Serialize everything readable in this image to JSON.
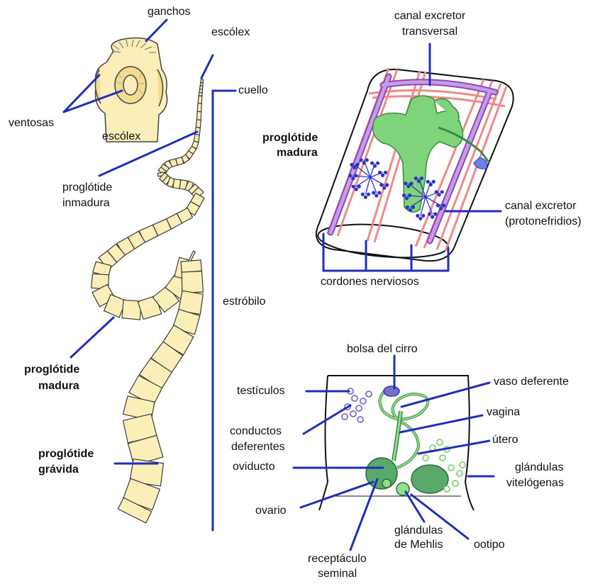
{
  "colors": {
    "leader": "#1f2fb8",
    "segment_fill": "#fbeeb8",
    "segment_stroke": "#3a3a3a",
    "excretory": "#b584d6",
    "nerve": "#ef8a8a",
    "organ_green": "#7fd37a",
    "organ_dark_green": "#4f9a55",
    "ovary_green": "#5aa86a",
    "testis_blue": "#2b34c8",
    "testis_violet": "#7b6fc9"
  },
  "icons": {
    "scolex": "scolex-illustration",
    "tapeworm": "tapeworm-body",
    "mature_segment": "mature-proglottid-3d",
    "reproductive": "reproductive-system-detail"
  },
  "labels": {
    "ganchos": "ganchos",
    "escolex_top": "escólex",
    "ventosas": "ventosas",
    "escolex_inset": "escólex",
    "cuello": "cuello",
    "proglotide_inmadura_1": "proglótide",
    "proglotide_inmadura_2": "inmadura",
    "estrobilo": "estróbilo",
    "proglotide_madura_left_1": "proglótide",
    "proglotide_madura_left_2": "madura",
    "proglotide_gravida_1": "proglótide",
    "proglotide_gravida_2": "grávida",
    "canal_transversal_1": "canal excretor",
    "canal_transversal_2": "transversal",
    "proglotide_madura_right_1": "proglótide",
    "proglotide_madura_right_2": "madura",
    "canal_excretor_1": "canal excretor",
    "canal_excretor_2": "(protonefridios)",
    "cordones": "cordones nerviosos",
    "bolsa": "bolsa del cirro",
    "testiculos": "testículos",
    "vaso": "vaso deferente",
    "vagina": "vagina",
    "conductos_1": "conductos",
    "conductos_2": "deferentes",
    "utero": "útero",
    "oviducto": "oviducto",
    "glandulas_vit_1": "glándulas",
    "glandulas_vit_2": "vitelógenas",
    "ovario": "ovario",
    "glandulas_mehlis_1": "glándulas",
    "glandulas_mehlis_2": "de Mehlis",
    "ootipo": "ootipo",
    "receptaculo_1": "receptáculo",
    "receptaculo_2": "seminal"
  }
}
